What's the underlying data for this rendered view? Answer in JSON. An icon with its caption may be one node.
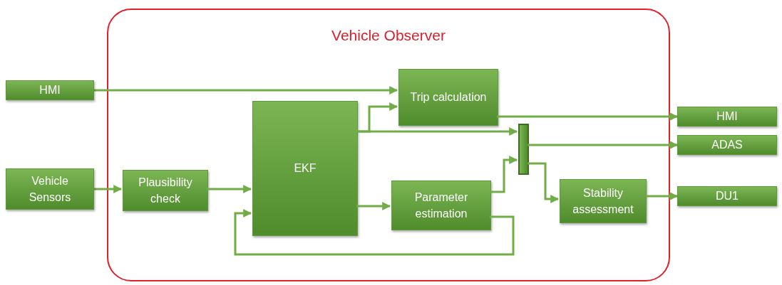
{
  "diagram": {
    "nodes": [
      {
        "text": [
          "HMI"
        ]
      },
      {
        "text": [
          "Vehicle Observer"
        ]
      },
      {
        "text": [
          "Trip calculation"
        ],
        "in": 1
      },
      {
        "text": [
          "EKF"
        ],
        "in": 1
      },
      {
        "text": [],
        "shape": "bar",
        "in": 1
      },
      {
        "text": [
          "Plausibility check"
        ],
        "in": 1
      },
      {
        "text": [
          "Parameter estimation"
        ],
        "in": 1
      },
      {
        "text": [
          "Stability assessment"
        ],
        "in": 1
      },
      {
        "text": [
          "Vehicle Sensors"
        ]
      },
      {
        "text": [
          "HMI"
        ]
      },
      {
        "text": [
          "ADAS"
        ]
      },
      {
        "text": [
          "DU1"
        ]
      }
    ],
    "edges": [
      {
        "from": 0,
        "to": 2,
        "arrow": "to"
      },
      {
        "from": 2,
        "to": 9,
        "arrow": "to"
      },
      {
        "from": 8,
        "to": 5,
        "arrow": "to"
      },
      {
        "from": 5,
        "to": 3,
        "arrow": "to"
      },
      {
        "from": 3,
        "to": 2,
        "arrow": "to"
      },
      {
        "from": 3,
        "to": 4,
        "arrow": "to"
      },
      {
        "from": 3,
        "to": 6,
        "arrow": "to"
      },
      {
        "from": 6,
        "to": 4,
        "arrow": "to"
      },
      {
        "from": 6,
        "to": 3,
        "arrow": "to"
      },
      {
        "from": 4,
        "to": 10,
        "arrow": "to"
      },
      {
        "from": 4,
        "to": 7,
        "arrow": "to"
      },
      {
        "from": 7,
        "to": 11,
        "arrow": "to"
      }
    ]
  }
}
